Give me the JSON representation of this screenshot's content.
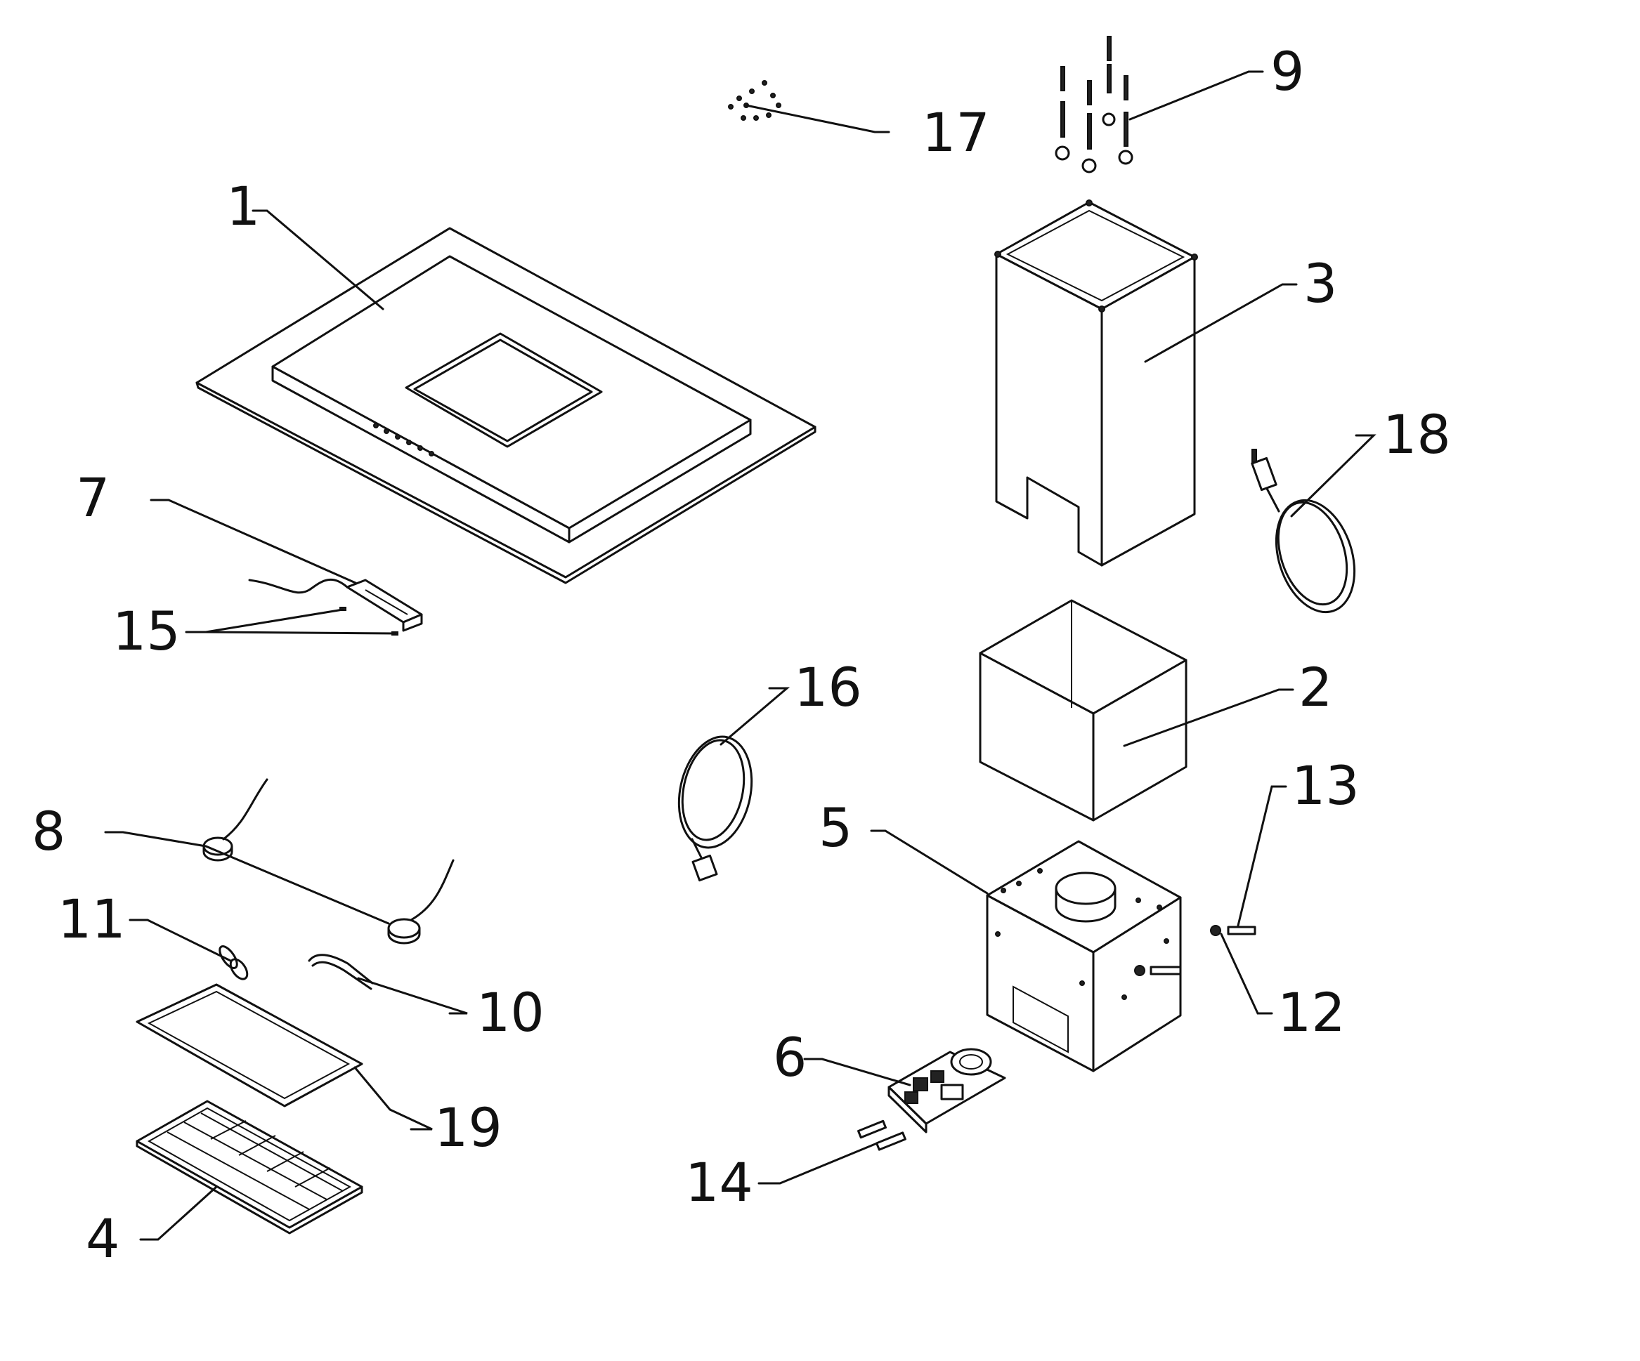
{
  "labels": {
    "p1": "1",
    "p2": "2",
    "p3": "3",
    "p4": "4",
    "p5": "5",
    "p6": "6",
    "p7": "7",
    "p8": "8",
    "p9": "9",
    "p10": "10",
    "p11": "11",
    "p12": "12",
    "p13": "13",
    "p14": "14",
    "p15": "15",
    "p16": "16",
    "p17": "17",
    "p18": "18",
    "p19": "19"
  },
  "colors": {
    "ink": "#111111",
    "paper": "#ffffff"
  }
}
